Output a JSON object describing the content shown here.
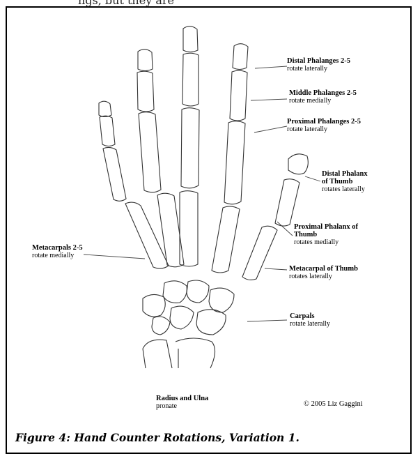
{
  "top_fragment": "ngs, but they are",
  "labels": {
    "distal_phalanges": {
      "title": "Distal Phalanges 2-5",
      "note": "rotate laterally"
    },
    "middle_phalanges": {
      "title": "Middle Phalanges 2-5",
      "note": "rotate medially"
    },
    "proximal_phalanges": {
      "title": "Proximal Phalanges 2-5",
      "note": "rotate laterally"
    },
    "distal_phalanx_thumb": {
      "title_line1": "Distal Phalanx",
      "title_line2": "of Thumb",
      "note": "rotates laterally"
    },
    "proximal_phalanx_thumb": {
      "title_line1": "Proximal Phalanx of",
      "title_line2": "Thumb",
      "note": "rotates medially"
    },
    "metacarpal_thumb": {
      "title": "Metacarpal of Thumb",
      "note": "rotates laterally"
    },
    "carpals": {
      "title": "Carpals",
      "note": "rotate laterally"
    },
    "metacarpals": {
      "title": "Metacarpals 2-5",
      "note": "rotate medially"
    },
    "radius_ulna": {
      "title": "Radius and Ulna",
      "note": "pronate"
    }
  },
  "copyright": "© 2005 Liz Gaggini",
  "caption": "Figure 4: Hand Counter Rotations, Variation 1."
}
